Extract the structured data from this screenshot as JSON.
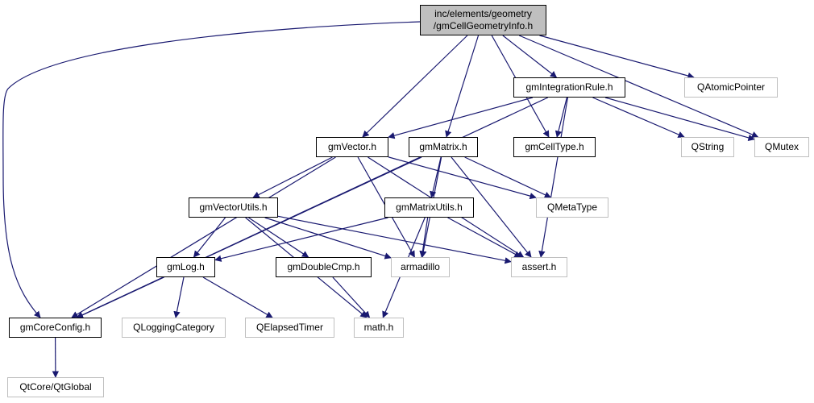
{
  "diagram": {
    "title": "Include dependency graph for gmCellGeometryInfo.h",
    "edge_color": "#191970",
    "nodes": [
      {
        "id": "root",
        "label_lines": [
          "inc/elements/geometry",
          "/gmCellGeometryInfo.h"
        ],
        "kind": "root"
      },
      {
        "id": "gmIntegrationRule",
        "label": "gmIntegrationRule.h",
        "kind": "internal"
      },
      {
        "id": "QAtomicPointer",
        "label": "QAtomicPointer",
        "kind": "external"
      },
      {
        "id": "gmVector",
        "label": "gmVector.h",
        "kind": "internal"
      },
      {
        "id": "gmMatrix",
        "label": "gmMatrix.h",
        "kind": "internal"
      },
      {
        "id": "gmCellType",
        "label": "gmCellType.h",
        "kind": "internal"
      },
      {
        "id": "QString",
        "label": "QString",
        "kind": "external"
      },
      {
        "id": "QMutex",
        "label": "QMutex",
        "kind": "external"
      },
      {
        "id": "gmVectorUtils",
        "label": "gmVectorUtils.h",
        "kind": "internal"
      },
      {
        "id": "gmMatrixUtils",
        "label": "gmMatrixUtils.h",
        "kind": "internal"
      },
      {
        "id": "QMetaType",
        "label": "QMetaType",
        "kind": "external"
      },
      {
        "id": "gmLog",
        "label": "gmLog.h",
        "kind": "internal"
      },
      {
        "id": "gmDoubleCmp",
        "label": "gmDoubleCmp.h",
        "kind": "internal"
      },
      {
        "id": "armadillo",
        "label": "armadillo",
        "kind": "external"
      },
      {
        "id": "assert",
        "label": "assert.h",
        "kind": "external"
      },
      {
        "id": "gmCoreConfig",
        "label": "gmCoreConfig.h",
        "kind": "internal"
      },
      {
        "id": "QLoggingCategory",
        "label": "QLoggingCategory",
        "kind": "external"
      },
      {
        "id": "QElapsedTimer",
        "label": "QElapsedTimer",
        "kind": "external"
      },
      {
        "id": "math",
        "label": "math.h",
        "kind": "external"
      },
      {
        "id": "QtGlobal",
        "label": "QtCore/QtGlobal",
        "kind": "external"
      }
    ],
    "edges": [
      [
        "root",
        "gmCoreConfig"
      ],
      [
        "root",
        "gmVector"
      ],
      [
        "root",
        "gmMatrix"
      ],
      [
        "root",
        "gmCellType"
      ],
      [
        "root",
        "gmIntegrationRule"
      ],
      [
        "root",
        "QAtomicPointer"
      ],
      [
        "root",
        "QMutex"
      ],
      [
        "gmIntegrationRule",
        "gmCoreConfig"
      ],
      [
        "gmIntegrationRule",
        "gmVector"
      ],
      [
        "gmIntegrationRule",
        "gmCellType"
      ],
      [
        "gmIntegrationRule",
        "QString"
      ],
      [
        "gmIntegrationRule",
        "QMutex"
      ],
      [
        "gmIntegrationRule",
        "assert"
      ],
      [
        "gmVector",
        "gmCoreConfig"
      ],
      [
        "gmVector",
        "gmVectorUtils"
      ],
      [
        "gmVector",
        "armadillo"
      ],
      [
        "gmVector",
        "QMetaType"
      ],
      [
        "gmVector",
        "assert"
      ],
      [
        "gmMatrix",
        "gmCoreConfig"
      ],
      [
        "gmMatrix",
        "gmMatrixUtils"
      ],
      [
        "gmMatrix",
        "armadillo"
      ],
      [
        "gmMatrix",
        "QMetaType"
      ],
      [
        "gmMatrix",
        "assert"
      ],
      [
        "gmVectorUtils",
        "gmLog"
      ],
      [
        "gmVectorUtils",
        "gmDoubleCmp"
      ],
      [
        "gmVectorUtils",
        "armadillo"
      ],
      [
        "gmVectorUtils",
        "assert"
      ],
      [
        "gmVectorUtils",
        "math"
      ],
      [
        "gmMatrixUtils",
        "gmLog"
      ],
      [
        "gmMatrixUtils",
        "armadillo"
      ],
      [
        "gmMatrixUtils",
        "assert"
      ],
      [
        "gmMatrixUtils",
        "math"
      ],
      [
        "gmLog",
        "gmCoreConfig"
      ],
      [
        "gmLog",
        "QLoggingCategory"
      ],
      [
        "gmLog",
        "QElapsedTimer"
      ],
      [
        "gmDoubleCmp",
        "math"
      ],
      [
        "gmCoreConfig",
        "QtGlobal"
      ]
    ]
  }
}
